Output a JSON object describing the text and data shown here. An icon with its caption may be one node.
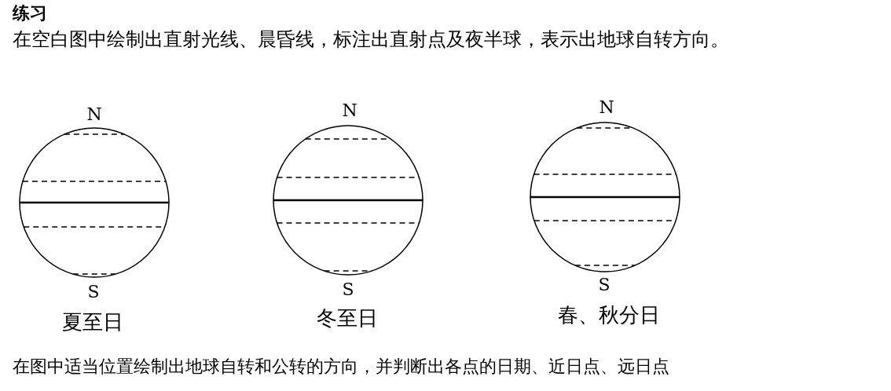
{
  "diagram": {
    "title": "练习",
    "labels": [
      "在空白图中绘制出直射光线、晨昏线，标注出直射点及夜半球，表示出地球自转方向。",
      "N",
      "N",
      "N",
      "S",
      "S",
      "S",
      "夏至日",
      "冬至日",
      "春、秋分日",
      "在图中适当位置绘制出地球自转和公转的方向，并判断出各点的日期、近日点、远日点"
    ]
  }
}
